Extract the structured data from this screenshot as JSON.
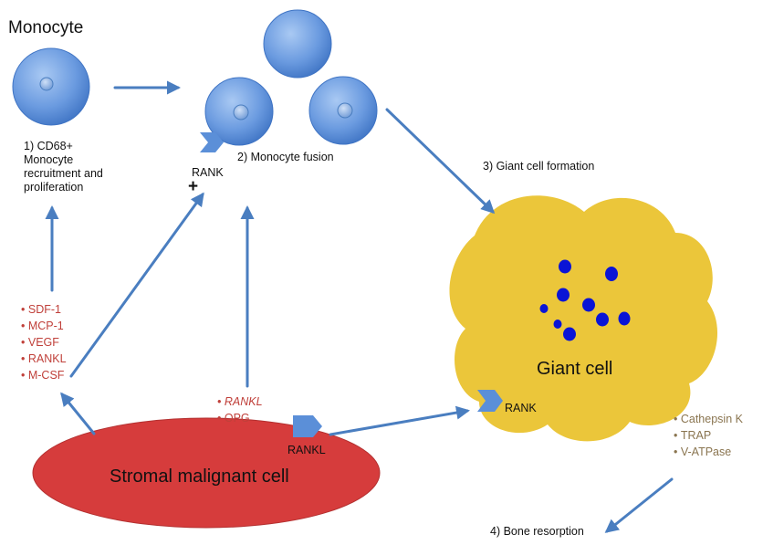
{
  "title": "Monocyte",
  "steps": {
    "step1": "1) CD68+\nMonocyte\nrecruitment and\nproliferation",
    "step2": "2) Monocyte fusion",
    "step3": "3) Giant cell formation",
    "step4": "4) Bone resorption"
  },
  "labels": {
    "rank_monocyte": "RANK",
    "plus": "+",
    "rank_giant": "RANK",
    "rankl_stromal": "RANKL",
    "giant_cell": "Giant cell",
    "stromal_cell": "Stromal malignant cell"
  },
  "factors_recruitment": [
    "SDF-1",
    "MCP-1",
    "VEGF",
    "RANKL",
    "M-CSF"
  ],
  "factors_fusion": [
    "RANKL",
    "OPG"
  ],
  "enzymes": [
    "Cathepsin K",
    "TRAP",
    "V-ATPase"
  ],
  "colors": {
    "cell_fill": "#5b8fd8",
    "arrow": "#4a7ec0",
    "giant_fill": "#ebc63a",
    "nuclei": "#0a14d6",
    "stromal_fill": "#d63c3c",
    "factor_text": "#c0403a",
    "enzyme_text": "#8a7550"
  }
}
